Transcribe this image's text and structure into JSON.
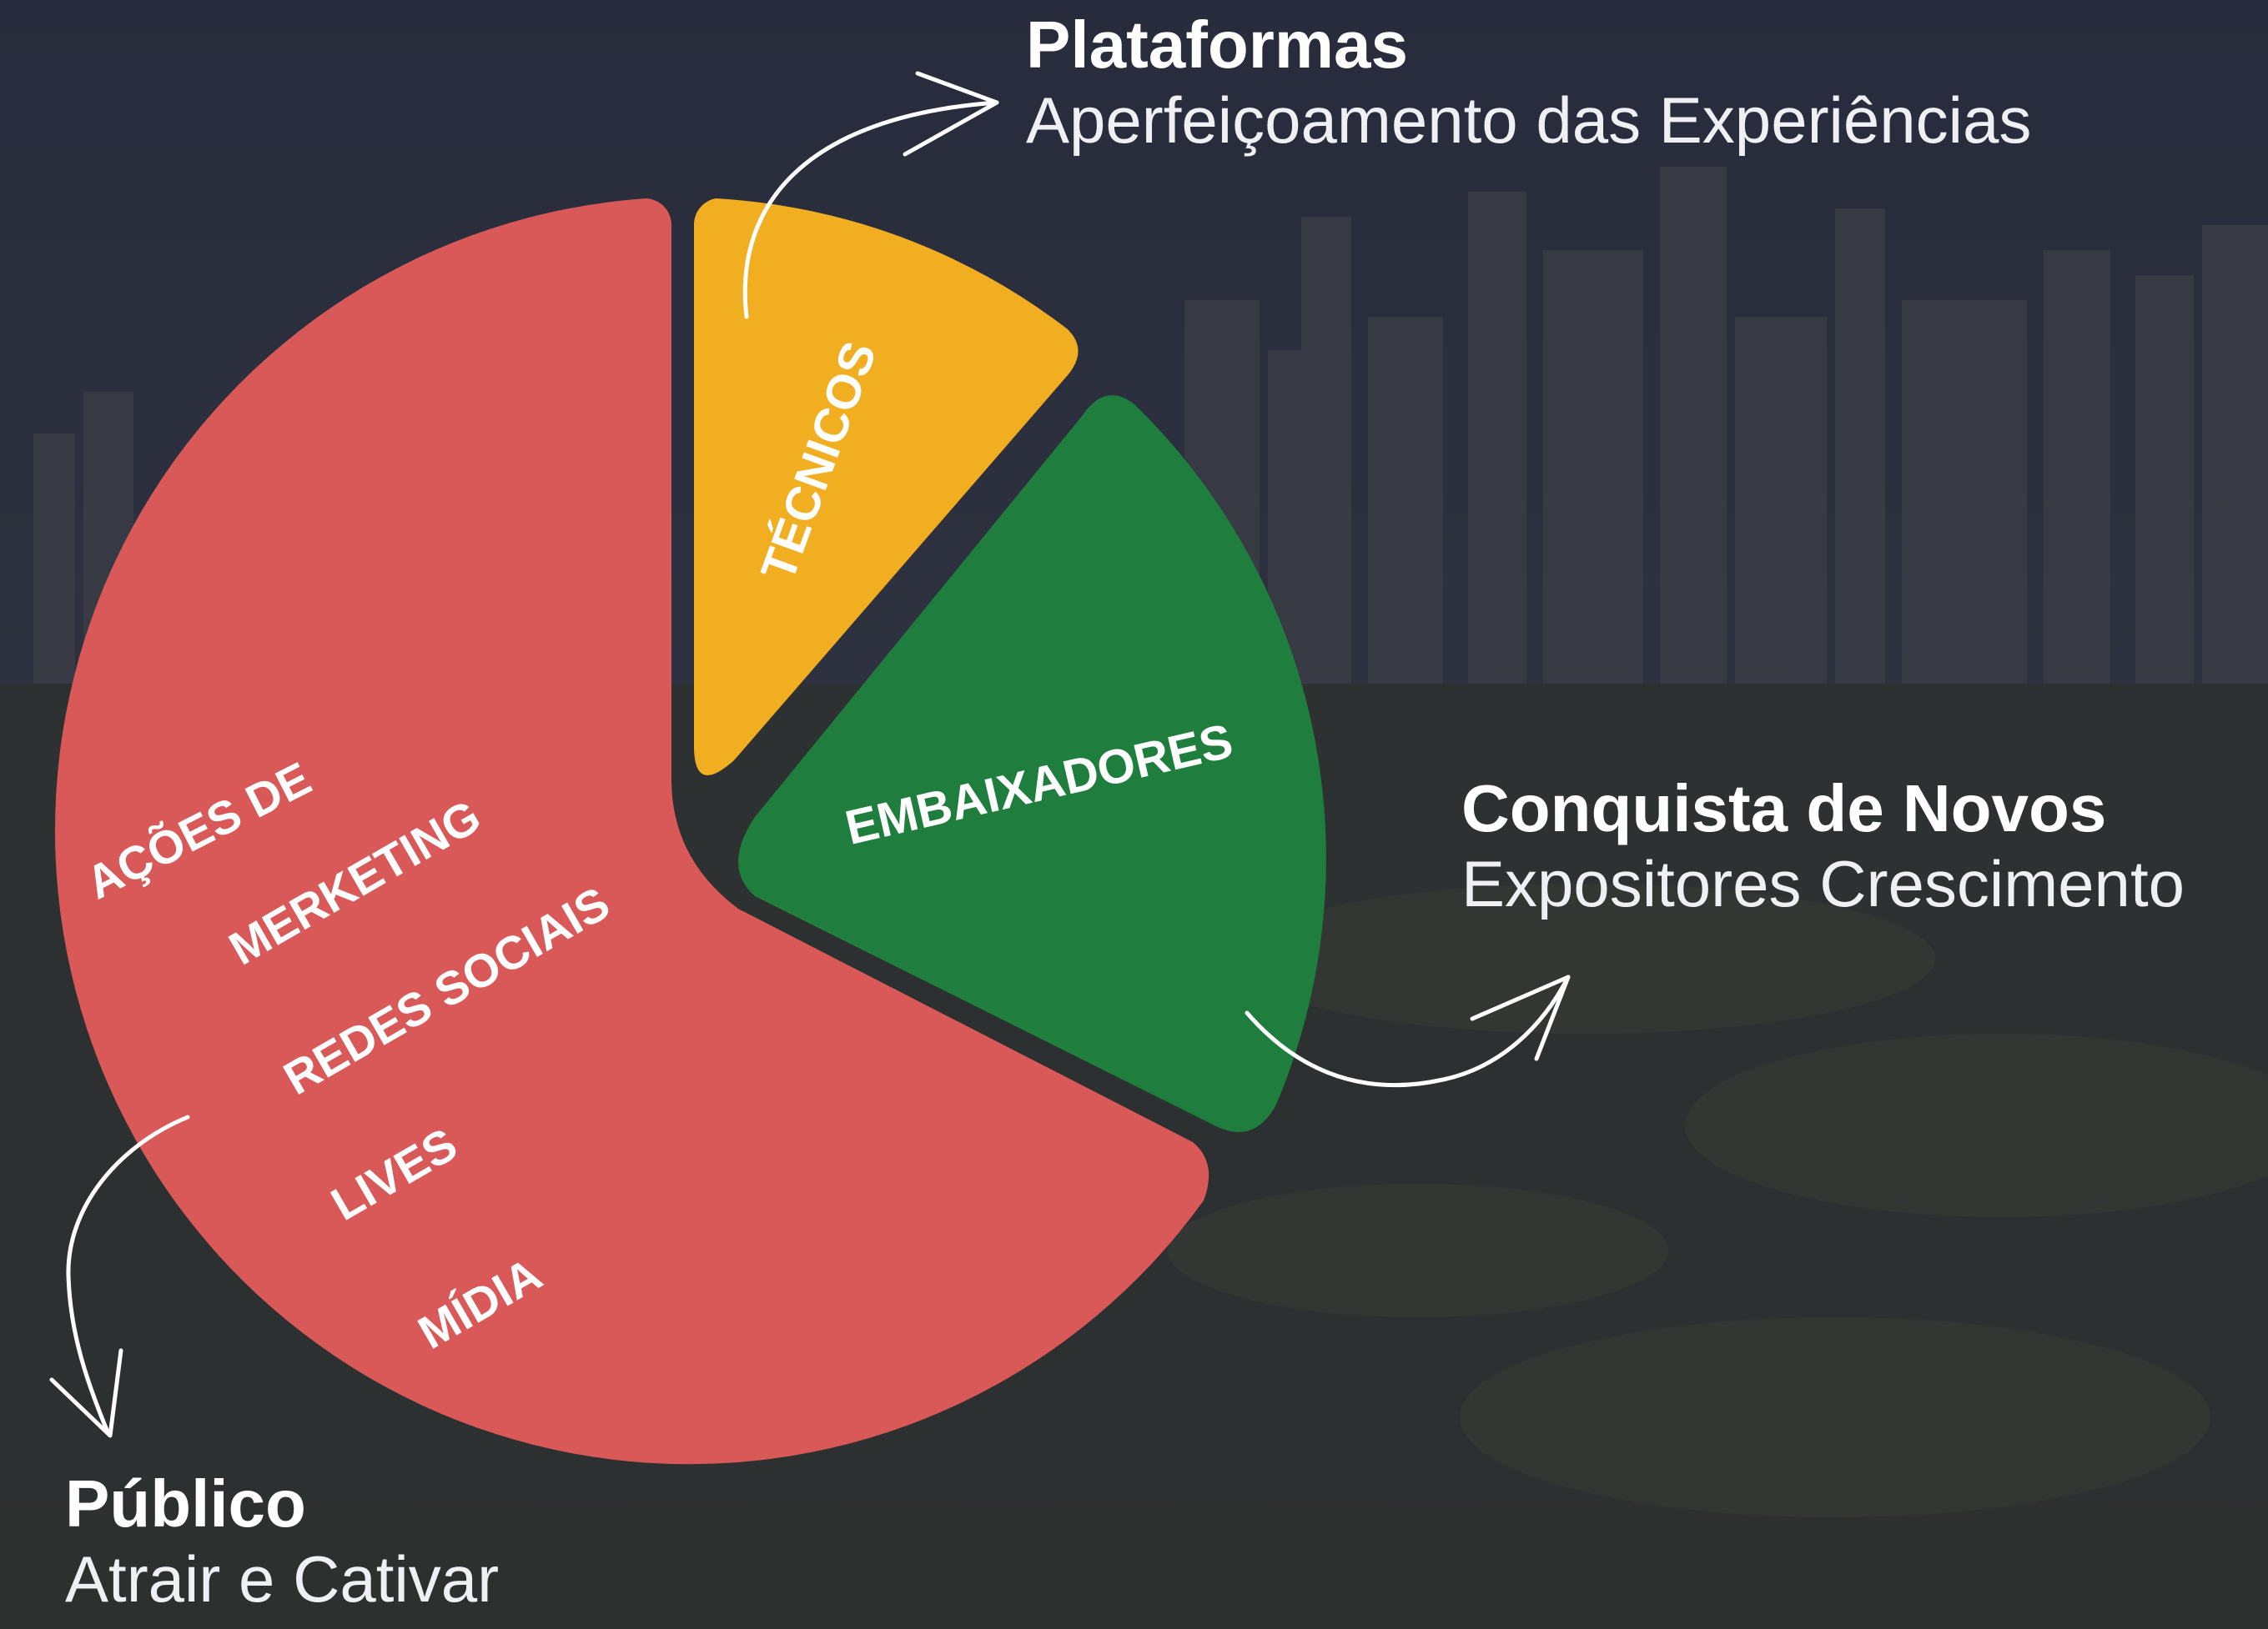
{
  "colors": {
    "background": "#2b2f3d",
    "slice_red": "#d95858",
    "slice_yellow": "#f2ae21",
    "slice_green": "#1f7e3e",
    "text": "#ffffff"
  },
  "slices": {
    "tecnicos": {
      "label": "TÉCNICOS"
    },
    "embaixadores": {
      "label": "EMBAIXADORES"
    },
    "publico": {
      "labels": [
        "AÇÕES DE",
        "MERKETING",
        "REDES SOCIAIS",
        "LIVES",
        "MÍDIA"
      ]
    }
  },
  "captions": {
    "plataformas": {
      "title": "Plataformas",
      "subtitle": "Aperfeiçoamento das Experiências"
    },
    "conquista": {
      "title": "Conquista de Novos",
      "subtitle": "Expositores Crescimento"
    },
    "publico": {
      "title": "Público",
      "subtitle": "Atrair e Cativar"
    }
  }
}
